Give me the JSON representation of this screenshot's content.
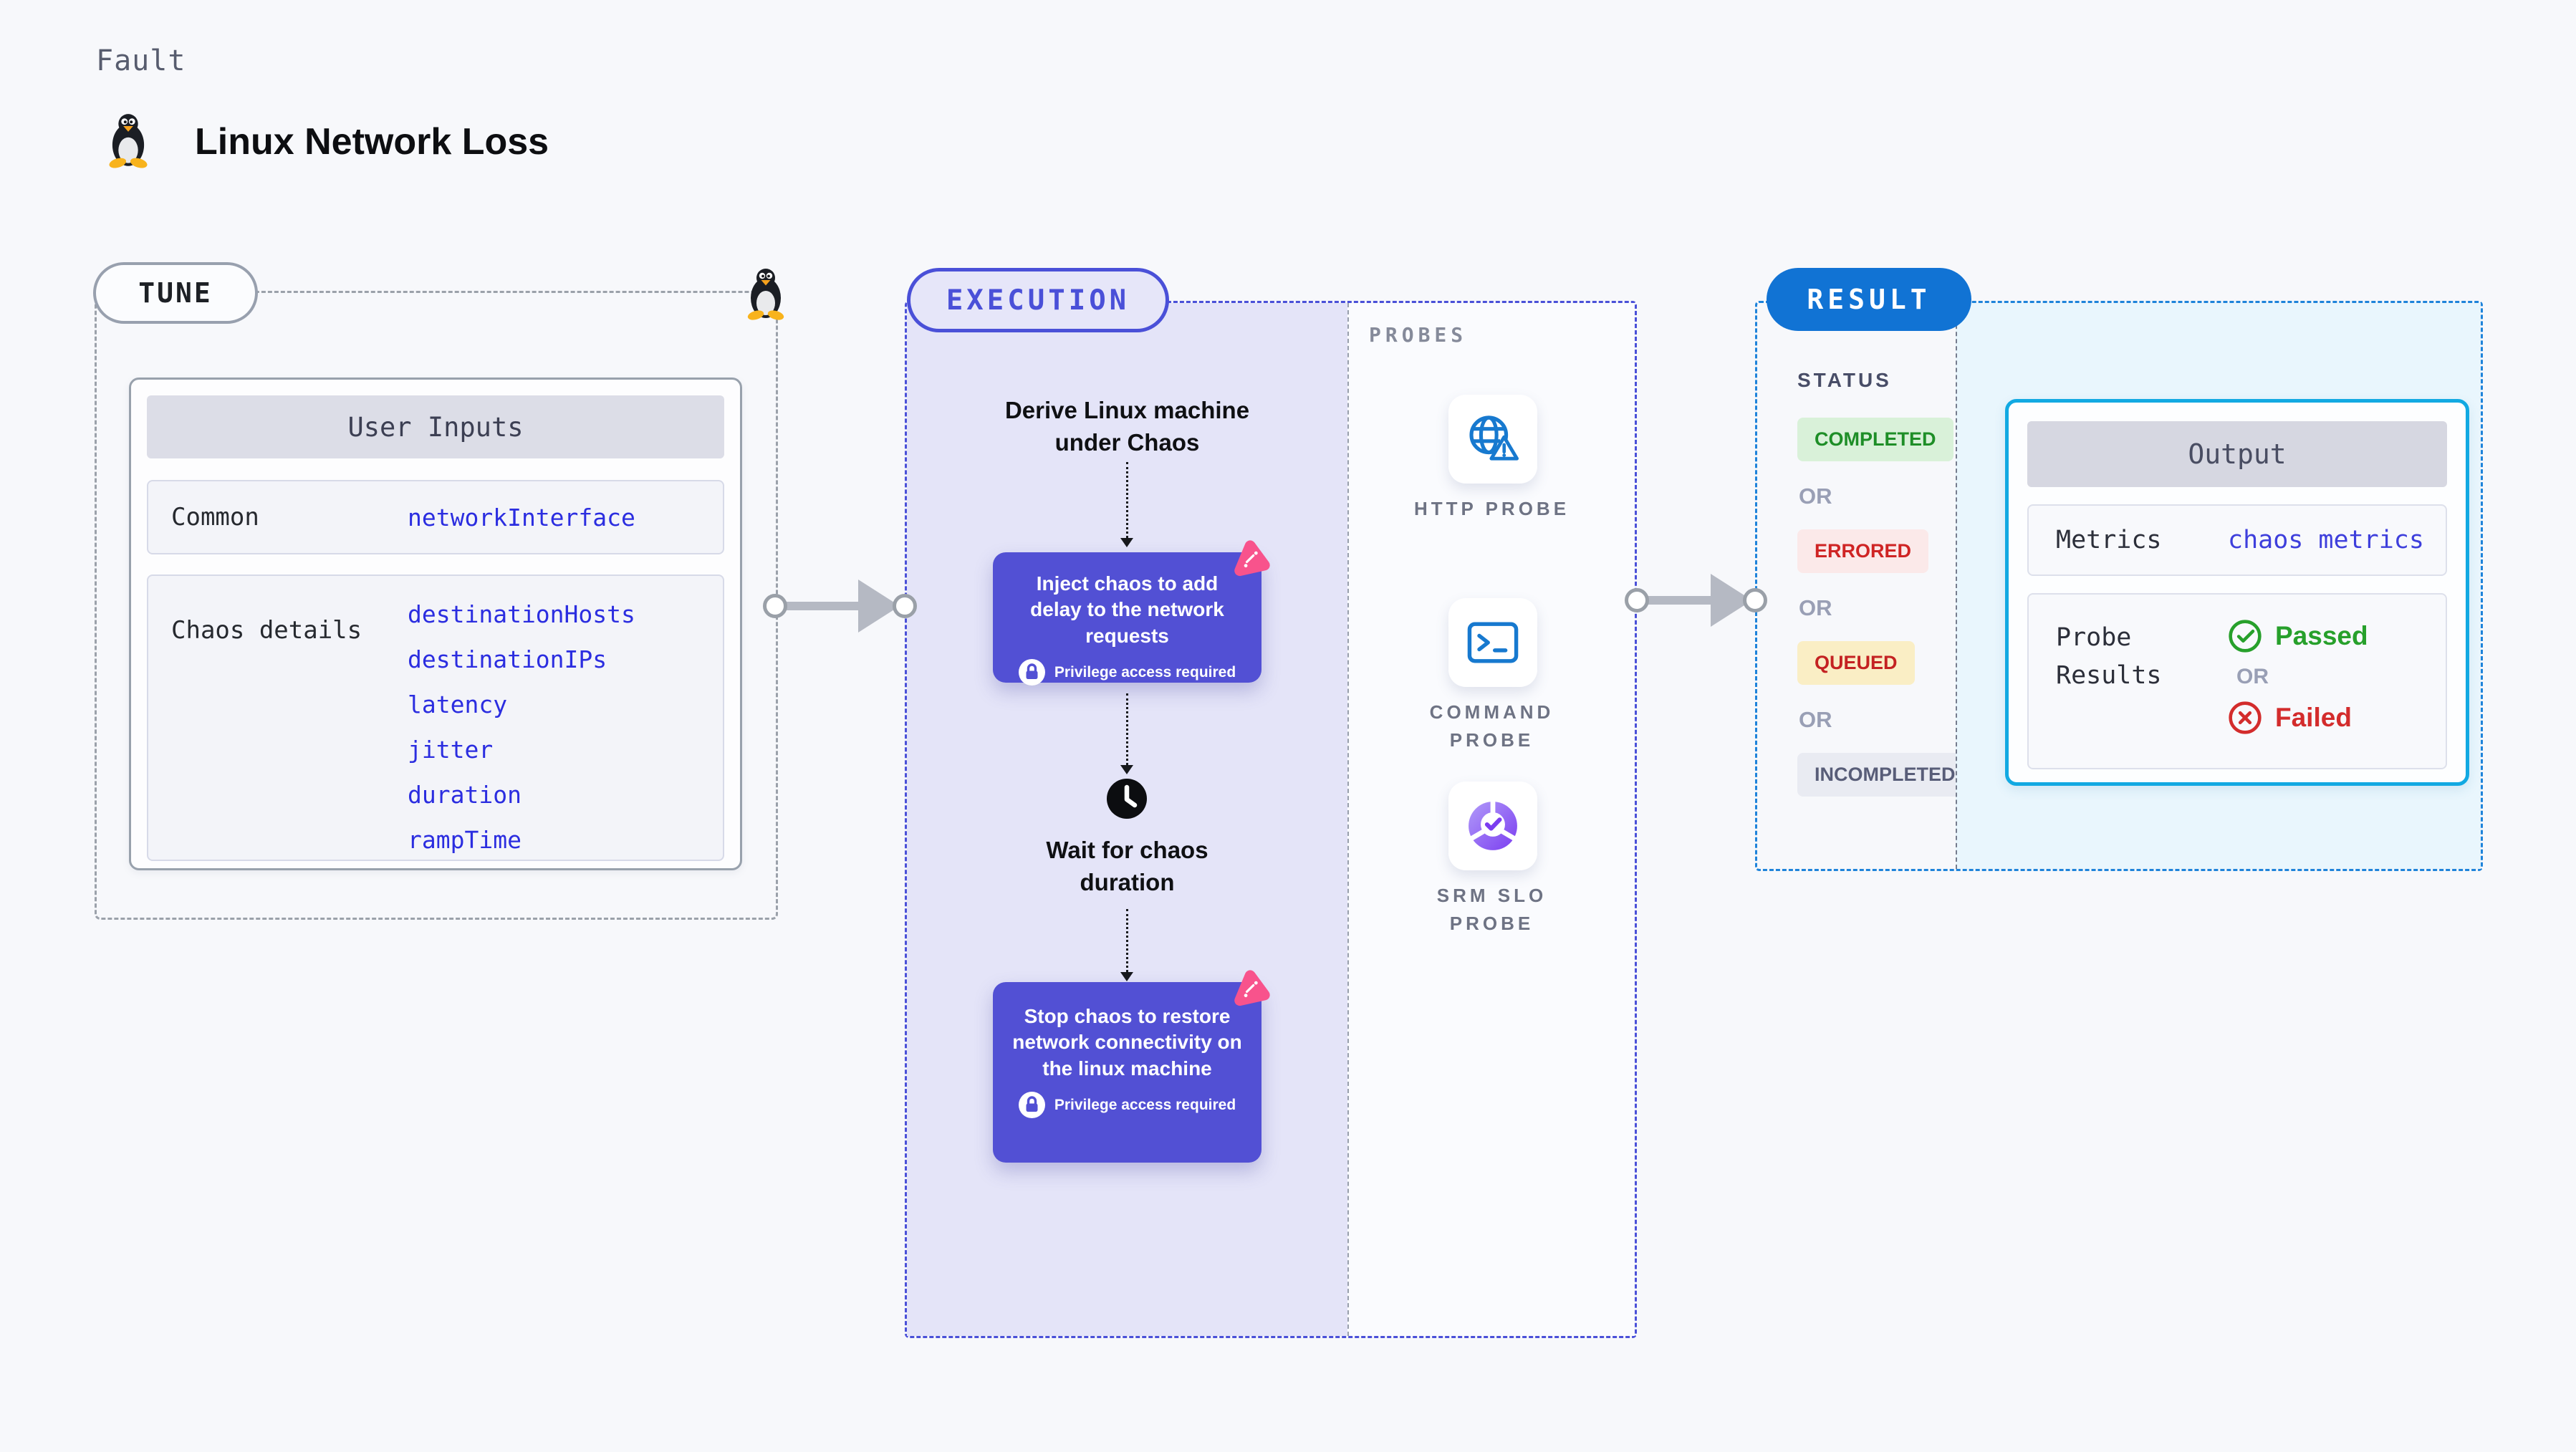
{
  "page": {
    "kicker": "Fault",
    "title": "Linux Network Loss"
  },
  "tune": {
    "badge": "TUNE",
    "table_header": "User Inputs",
    "rows": [
      {
        "label": "Common",
        "values": [
          "networkInterface"
        ]
      },
      {
        "label": "Chaos details",
        "values": [
          "destinationHosts",
          "destinationIPs",
          "latency",
          "jitter",
          "duration",
          "rampTime"
        ]
      }
    ]
  },
  "execution": {
    "badge": "EXECUTION",
    "derive": "Derive Linux machine under Chaos",
    "inject": "Inject chaos to add delay to the network requests",
    "privilege": "Privilege access required",
    "wait": "Wait for chaos duration",
    "stop": "Stop chaos to restore network connectivity on the linux machine"
  },
  "probes": {
    "label": "PROBES",
    "items": [
      {
        "label": "HTTP PROBE",
        "icon": "globe-alert-icon"
      },
      {
        "label": "COMMAND PROBE",
        "icon": "terminal-icon"
      },
      {
        "label": "SRM SLO PROBE",
        "icon": "slo-donut-check-icon"
      }
    ]
  },
  "result": {
    "badge": "RESULT",
    "status_label": "STATUS",
    "or": "OR",
    "statuses": [
      {
        "label": "COMPLETED"
      },
      {
        "label": "ERRORED"
      },
      {
        "label": "QUEUED"
      },
      {
        "label": "INCOMPLETED"
      }
    ],
    "output": {
      "header": "Output",
      "metrics_label": "Metrics",
      "metrics_value": "chaos metrics",
      "probe_results_label": "Probe Results",
      "passed": "Passed",
      "failed": "Failed"
    }
  },
  "colors": {
    "accent_indigo": "#4a50d8",
    "chaos_box_indigo": "#5250d4",
    "lavender_bg": "#e4e4f8",
    "result_blue": "#1173d4",
    "result_dash_blue": "#1e83da",
    "output_cyan_border": "#12a9e2",
    "output_cyan_bg": "#e9f6fd",
    "code_blue": "#2b2de0",
    "probe_icon_blue": "#1779cf",
    "srm_purple": "#7b3df0",
    "chaos_logo_pink": "#f8538c",
    "green": "#27a02b",
    "green_bg": "#d9f1d9",
    "red": "#d32c2c",
    "red_bg": "#fbe9e9",
    "yellow_bg": "#faeec5",
    "incompleted_bg": "#e9ebf2",
    "arrow_gray": "#b5b9c3"
  }
}
